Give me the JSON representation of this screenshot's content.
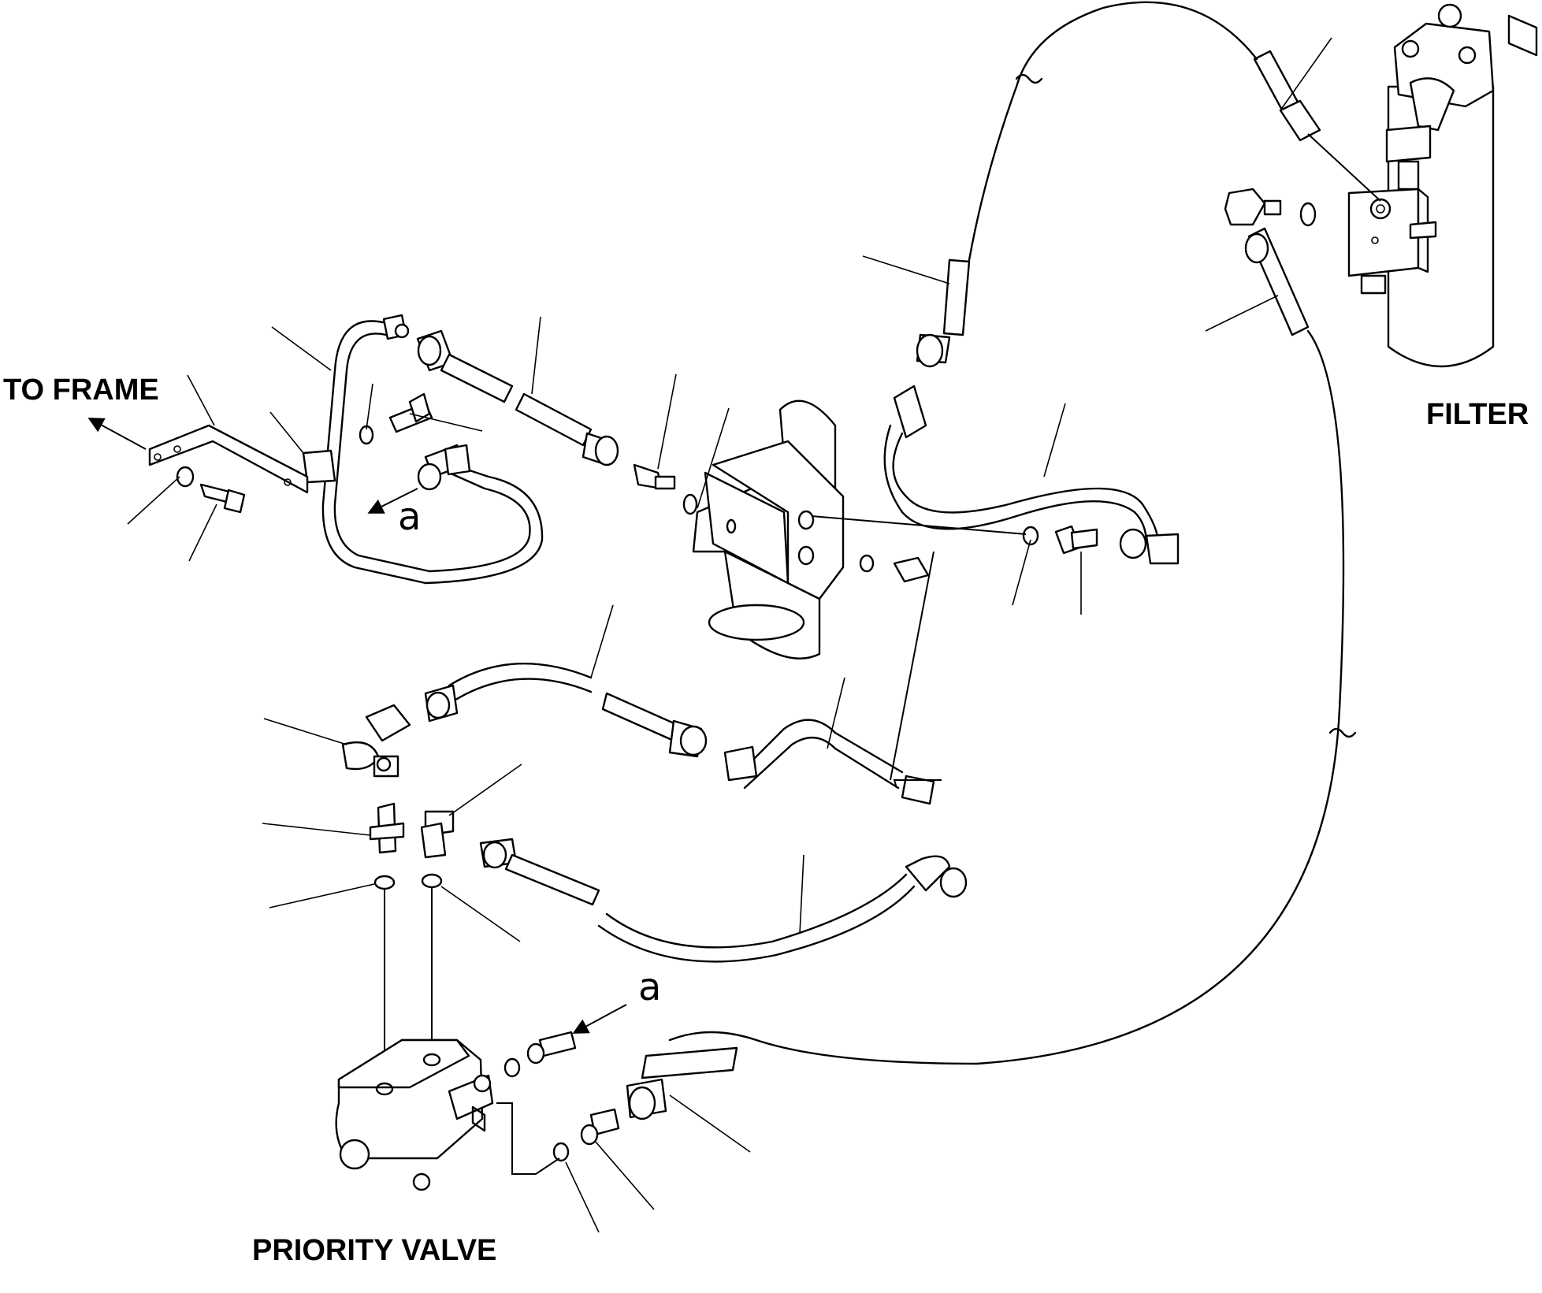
{
  "labels": {
    "to_frame": "TO FRAME",
    "filter": "FILTER",
    "priority_valve": "PRIORITY VALVE",
    "ref_a": "a"
  }
}
